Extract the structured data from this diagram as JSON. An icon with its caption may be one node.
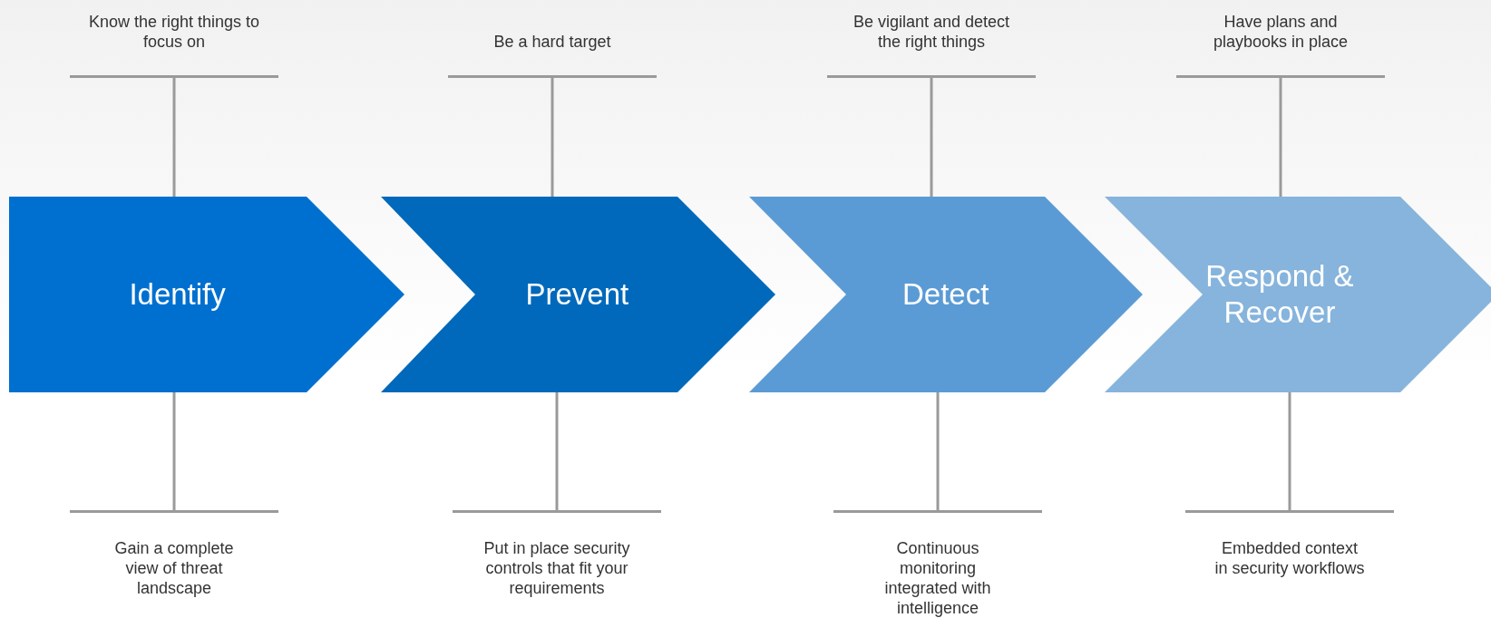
{
  "diagram": {
    "nodes": [
      {
        "text": [
          "Know the right things to focus on"
        ]
      },
      {
        "text": [
          "Be a hard target"
        ]
      },
      {
        "text": [
          "Be vigilant and detect the right things"
        ]
      },
      {
        "text": [
          "Have plans and playbooks in place"
        ]
      },
      {
        "text": [
          "Identify"
        ]
      },
      {
        "text": [
          "Prevent"
        ]
      },
      {
        "text": [
          "Detect"
        ]
      },
      {
        "text": [
          "Respond & Recover"
        ]
      },
      {
        "text": [
          "Gain a complete view of threat landscape"
        ]
      },
      {
        "text": [
          "Put in place security controls that fit your requirements"
        ]
      },
      {
        "text": [
          "Continuous monitoring integrated with intelligence"
        ]
      },
      {
        "text": [
          "Embedded context in security workflows"
        ]
      }
    ],
    "edges": [
      {
        "from": 4,
        "to": 0,
        "arrow": "none"
      },
      {
        "from": 5,
        "to": 1,
        "arrow": "none"
      },
      {
        "from": 6,
        "to": 2,
        "arrow": "none"
      },
      {
        "from": 7,
        "to": 3,
        "arrow": "none"
      },
      {
        "from": 4,
        "to": 8,
        "arrow": "none"
      },
      {
        "from": 5,
        "to": 9,
        "arrow": "none"
      },
      {
        "from": 6,
        "to": 10,
        "arrow": "none"
      },
      {
        "from": 7,
        "to": 11,
        "arrow": "none"
      }
    ]
  }
}
